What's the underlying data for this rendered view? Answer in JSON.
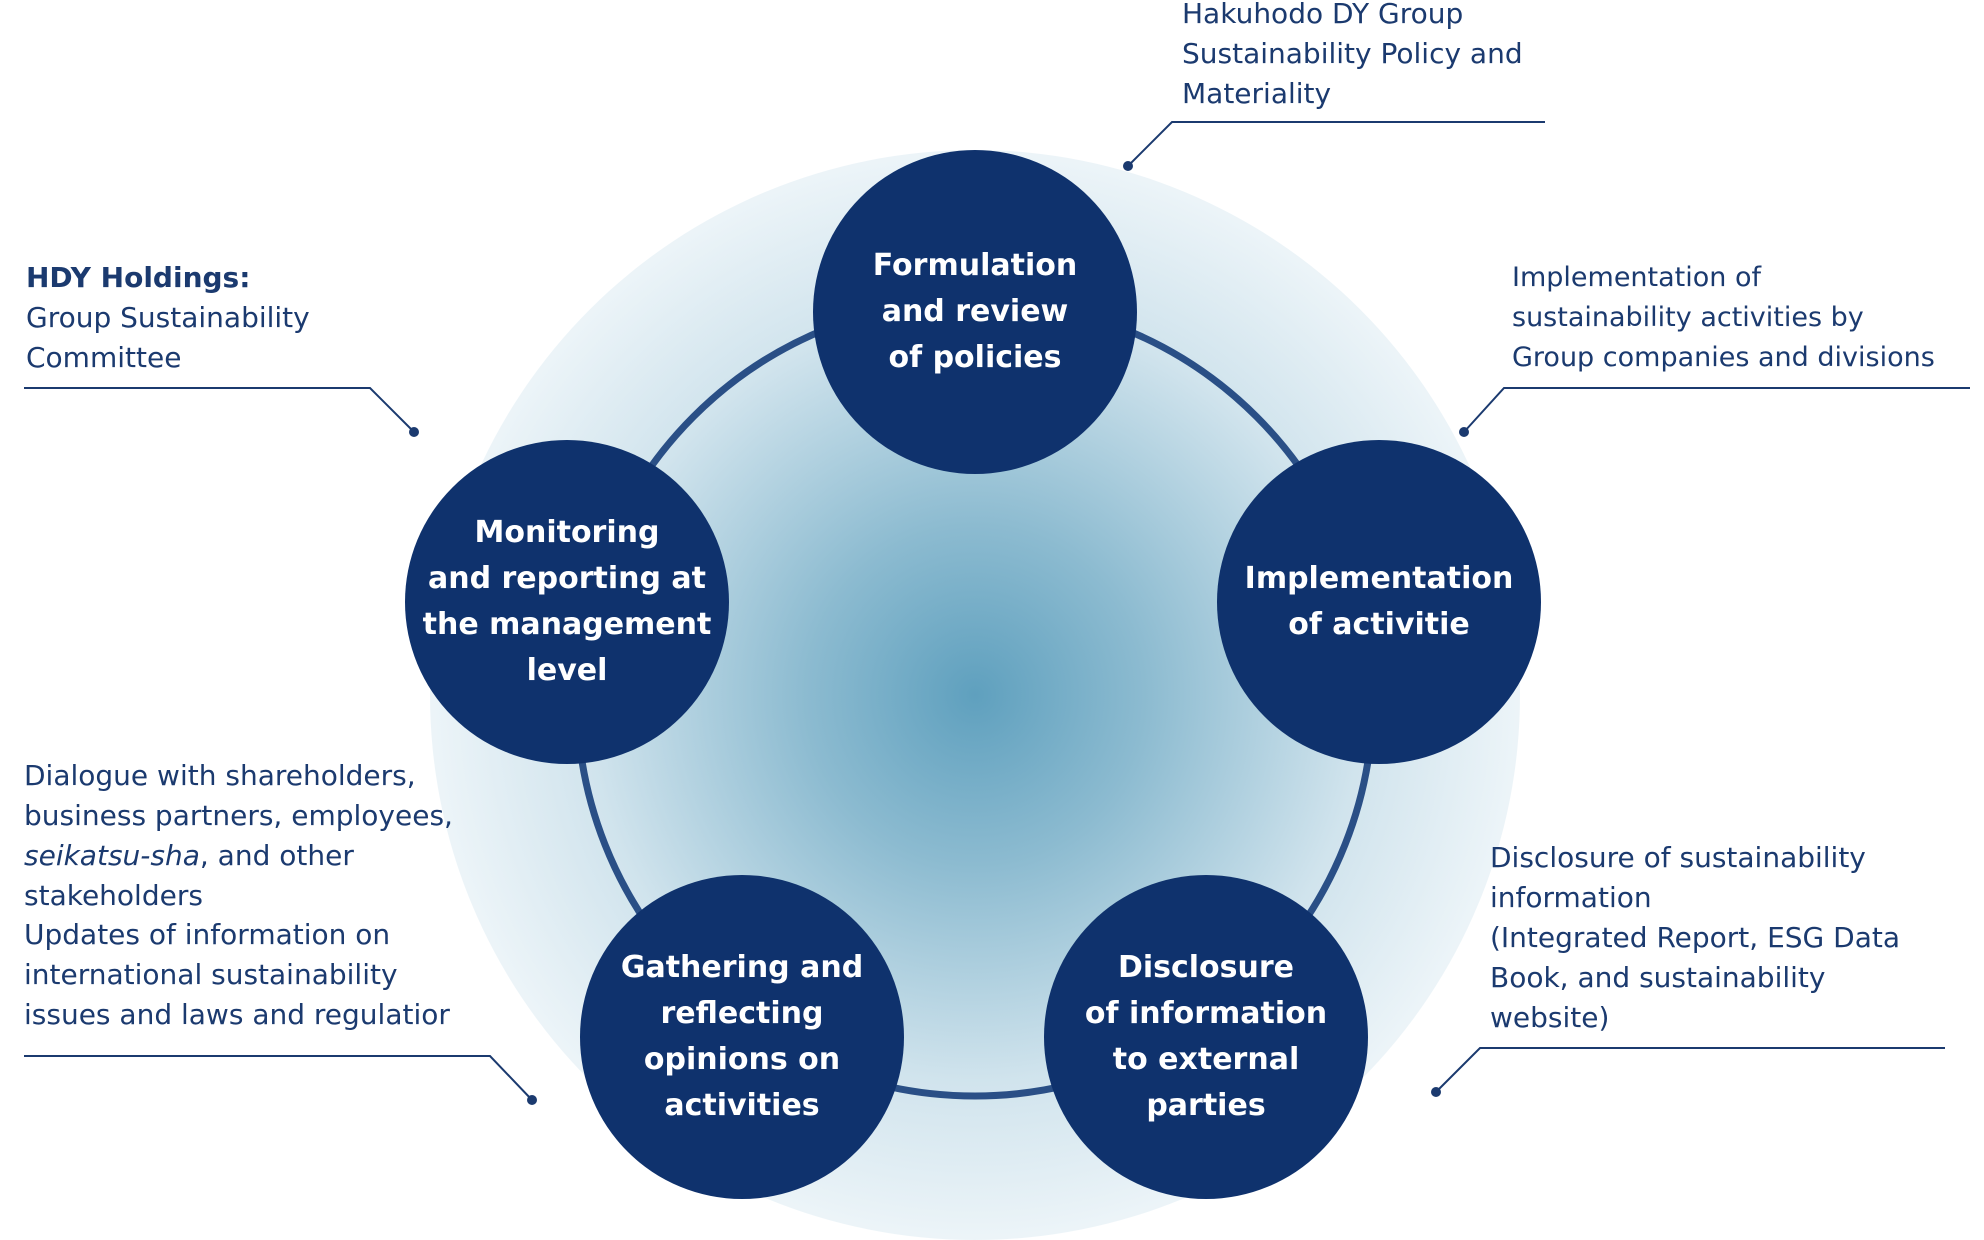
{
  "nodes": {
    "formulation": [
      "Formulation",
      "and review",
      "of policies"
    ],
    "implementation": [
      "Implementation",
      "of activitie"
    ],
    "disclosure": [
      "Disclosure",
      "of information",
      "to external",
      "parties"
    ],
    "gathering": [
      "Gathering and",
      "reflecting",
      "opinions on",
      "activities"
    ],
    "monitoring": [
      "Monitoring",
      "and reporting at",
      "the management",
      "level"
    ]
  },
  "notes": {
    "policy": [
      "Hakuhodo DY Group",
      "Sustainability Policy and",
      "Materiality"
    ],
    "implementation": [
      "Implementation of",
      "sustainability activities by",
      "Group companies and divisions"
    ],
    "disclosure": [
      "Disclosure of sustainability",
      "information",
      "(Integrated Report, ESG Data",
      "Book, and sustainability",
      "website)"
    ],
    "holdings_title": "HDY Holdings:",
    "holdings": [
      "Group Sustainability",
      "Committee"
    ],
    "dialogue_1": "Dialogue with shareholders,",
    "dialogue_2": "business partners, employees,",
    "dialogue_3_italic": "seikatsu-sha",
    "dialogue_3_rest": ", and other",
    "dialogue_4": "stakeholders",
    "updates": [
      "Updates of information on",
      "international sustainability",
      "issues and laws and regulatior"
    ]
  }
}
